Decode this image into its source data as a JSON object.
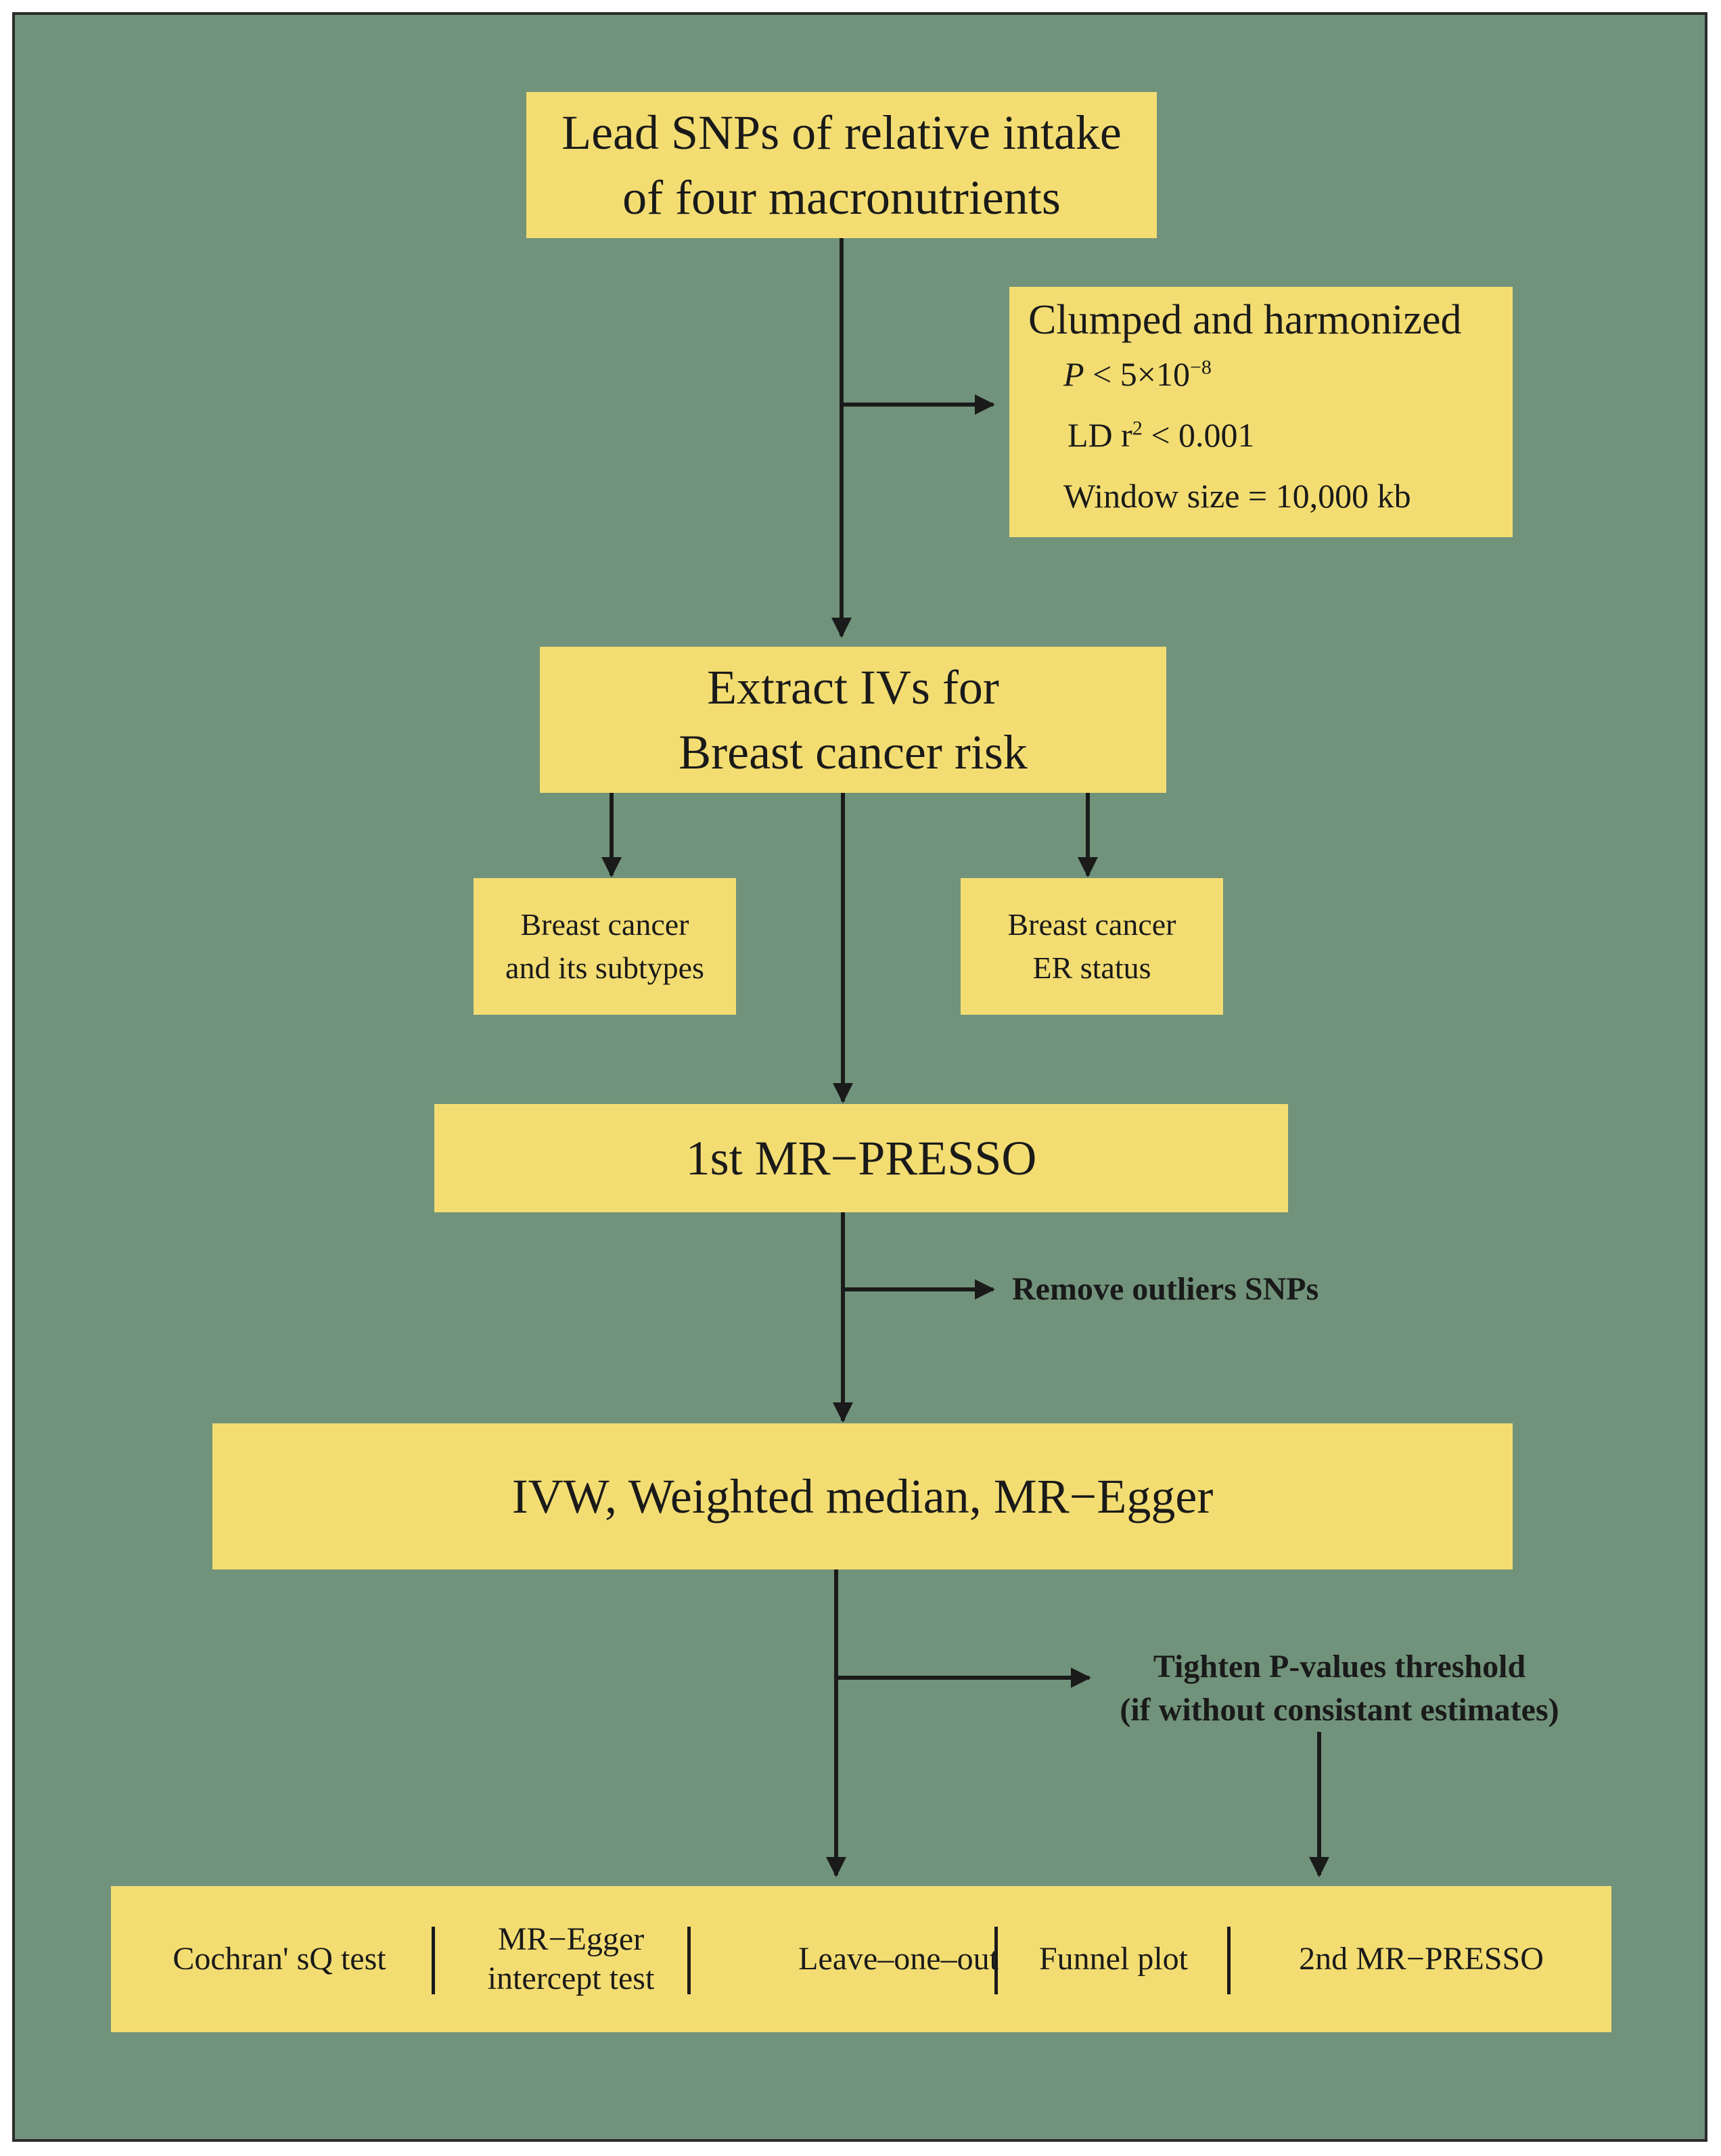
{
  "colors": {
    "background": "#71937b",
    "box": "#f3dd72",
    "arrow": "#1a1a1a"
  },
  "lead": {
    "line1": "Lead SNPs of relative intake",
    "line2": "of four macronutrients"
  },
  "clump": {
    "title": "Clumped and harmonized",
    "p_var": "P",
    "p_rel": " < 5×10",
    "p_exp": "−8",
    "ld_pre": "LD r",
    "ld_exp": "2",
    "ld_post": " < 0.001",
    "window": "Window size = 10,000 kb"
  },
  "extract": {
    "line1": "Extract IVs for",
    "line2": "Breast cancer risk"
  },
  "subtypes": {
    "line1": "Breast cancer",
    "line2": "and its subtypes"
  },
  "er": {
    "line1": "Breast cancer",
    "line2": "ER status"
  },
  "presso1": "1st MR−PRESSO",
  "remove_outliers": "Remove outliers SNPs",
  "methods": "IVW, Weighted median, MR−Egger",
  "tighten": {
    "line1": "Tighten P-values threshold",
    "line2": "(if without consistant estimates)"
  },
  "tests": {
    "cochran": "Cochran' sQ test",
    "egger_line1": "MR−Egger",
    "egger_line2": "intercept test",
    "loo": "Leave–one–out",
    "funnel": "Funnel plot",
    "presso2": "2nd MR−PRESSO"
  }
}
